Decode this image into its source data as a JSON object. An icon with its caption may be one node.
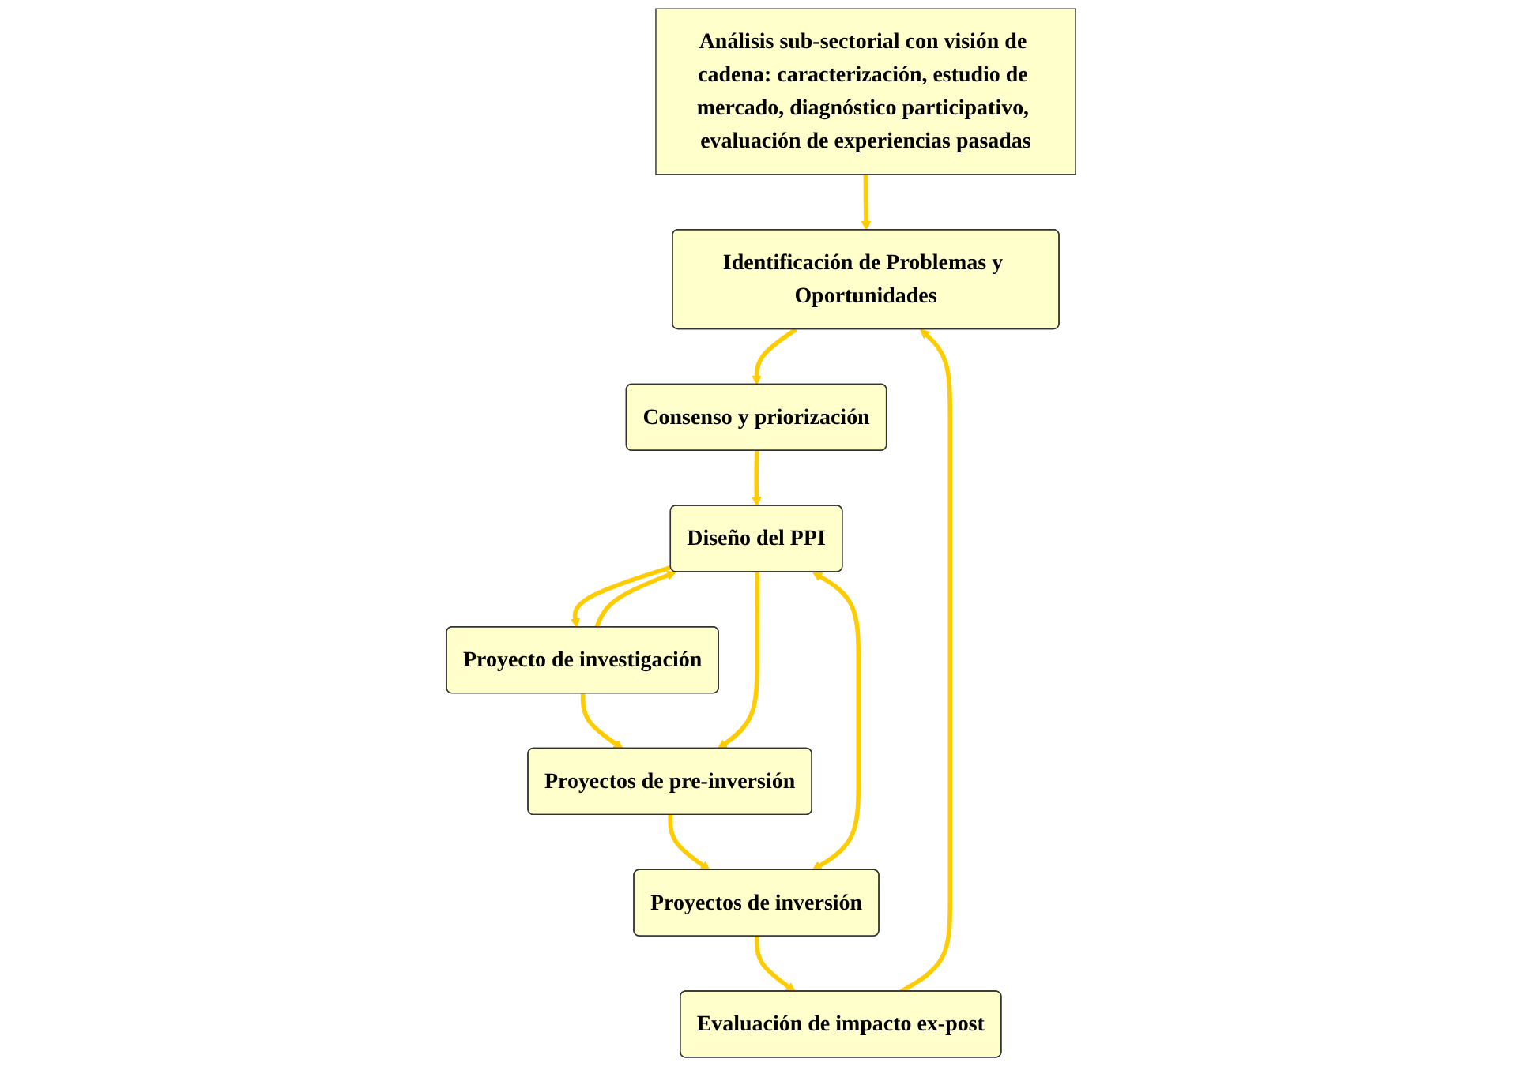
{
  "diagram": {
    "nodes": [
      {
        "text": [
          "Análisis sub-sectorial con visión de cadena: caracterización, estudio de mercado, diagnóstico participativo, evaluación de experiencias pasadas"
        ]
      },
      {
        "text": [
          "Identificación de Problemas y Oportunidades"
        ]
      },
      {
        "text": [
          "Evaluación de impacto ex-post"
        ]
      },
      {
        "text": [
          "Consenso y priorización"
        ]
      },
      {
        "text": [
          "Proyectos de inversión"
        ]
      },
      {
        "text": [
          "Diseño del PPI"
        ]
      },
      {
        "text": [
          "Proyectos de pre-inversión"
        ]
      },
      {
        "text": [
          "Proyecto de investigación"
        ]
      }
    ],
    "edges": [
      {
        "from": 0,
        "to": 1,
        "arrow": "to"
      },
      {
        "from": 1,
        "to": 3,
        "arrow": "to"
      },
      {
        "from": 3,
        "to": 5,
        "arrow": "to"
      },
      {
        "from": 5,
        "to": 7,
        "arrow": "to"
      },
      {
        "from": 7,
        "to": 6,
        "arrow": "to"
      },
      {
        "from": 6,
        "to": 4,
        "arrow": "to"
      },
      {
        "from": 4,
        "to": 2,
        "arrow": "to"
      },
      {
        "from": 2,
        "to": 1,
        "arrow": "to"
      },
      {
        "from": 5,
        "to": 4,
        "arrow": "both"
      },
      {
        "from": 5,
        "to": 6,
        "arrow": "to"
      },
      {
        "from": 7,
        "to": 5,
        "arrow": "to"
      }
    ]
  }
}
